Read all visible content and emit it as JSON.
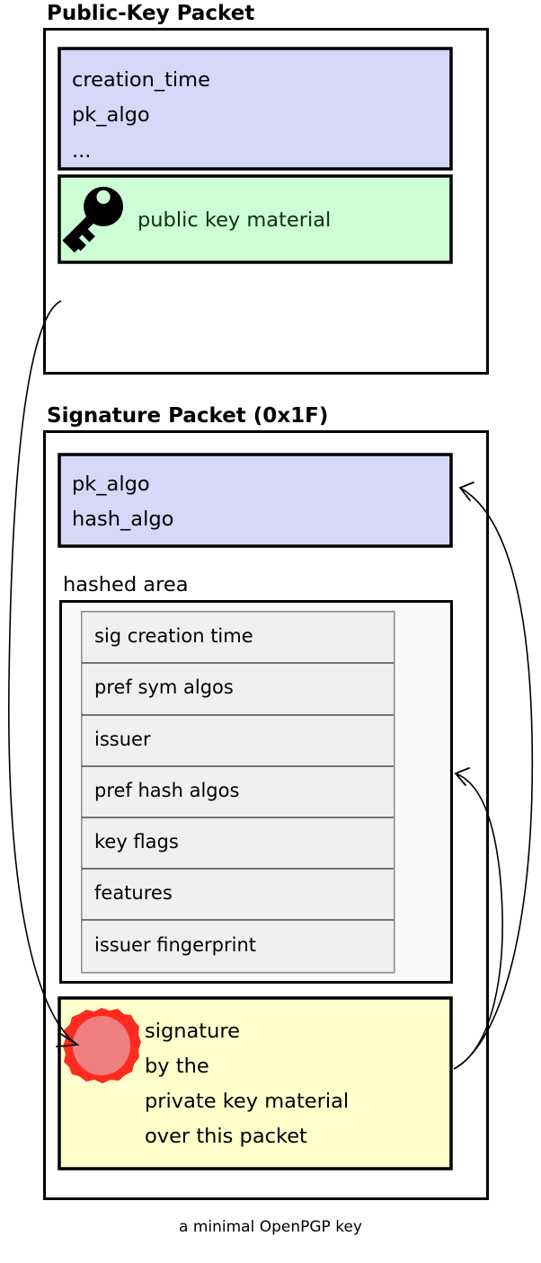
{
  "diagram": {
    "caption": "a minimal OpenPGP key",
    "colors": {
      "header_fill": "#D7D7F8",
      "key_material_fill": "#CCFFD6",
      "signature_fill": "#FFFFCC",
      "hashed_area_fill": "#FAFAFA",
      "hashed_item_fill": "#F0F0F0",
      "seal_ring": "#FF2B1F",
      "seal_body": "#F08080",
      "outline": "#000000",
      "page_background": "#FFFFFF"
    },
    "packets": [
      {
        "title": "Public-Key Packet",
        "header_fields": [
          "creation_time",
          "pk_algo",
          "..."
        ],
        "key_material": {
          "icon": "key-icon",
          "label": "public key material"
        }
      },
      {
        "title": "Signature Packet (0x1F)",
        "header_fields": [
          "pk_algo",
          "hash_algo"
        ],
        "hashed_area": {
          "label": "hashed area",
          "subpackets": [
            "sig creation time",
            "pref sym algos",
            "issuer",
            "pref hash algos",
            "key flags",
            "features",
            "issuer fingerprint"
          ]
        },
        "signature_block": {
          "icon": "wax-seal-icon",
          "lines": [
            "signature",
            "by the",
            "private key material",
            "over this packet"
          ]
        }
      }
    ],
    "connectors": [
      {
        "name": "public-key-to-signature",
        "from": "public-key-packet",
        "to": "signature-block"
      },
      {
        "name": "signature-covers-header",
        "from": "signature-block",
        "to": "signature-header-fields"
      },
      {
        "name": "signature-covers-hashed-area",
        "from": "signature-block",
        "to": "hashed-area"
      }
    ]
  }
}
